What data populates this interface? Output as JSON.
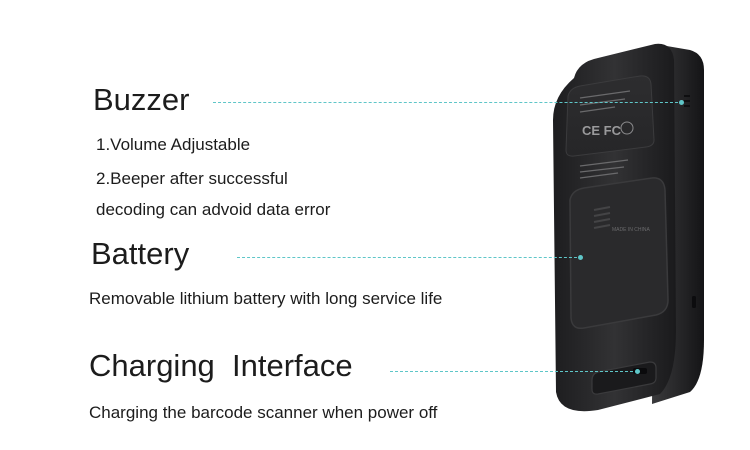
{
  "features": [
    {
      "title": "Buzzer",
      "lines": [
        "1.Volume Adjustable",
        "2.Beeper after successful",
        "decoding can advoid data error"
      ]
    },
    {
      "title": "Battery",
      "lines": [
        "Removable lithium battery with long service life"
      ]
    },
    {
      "title": "Charging  Interface",
      "lines": [
        "Charging the barcode scanner when power off"
      ]
    }
  ],
  "device_label": {
    "cert_marks": "CE FC",
    "small_text": "MADE IN CHINA"
  },
  "colors": {
    "leader_line": "#5fc6c8",
    "text": "#1c1c1c",
    "device_body": "#2b2b2d"
  }
}
